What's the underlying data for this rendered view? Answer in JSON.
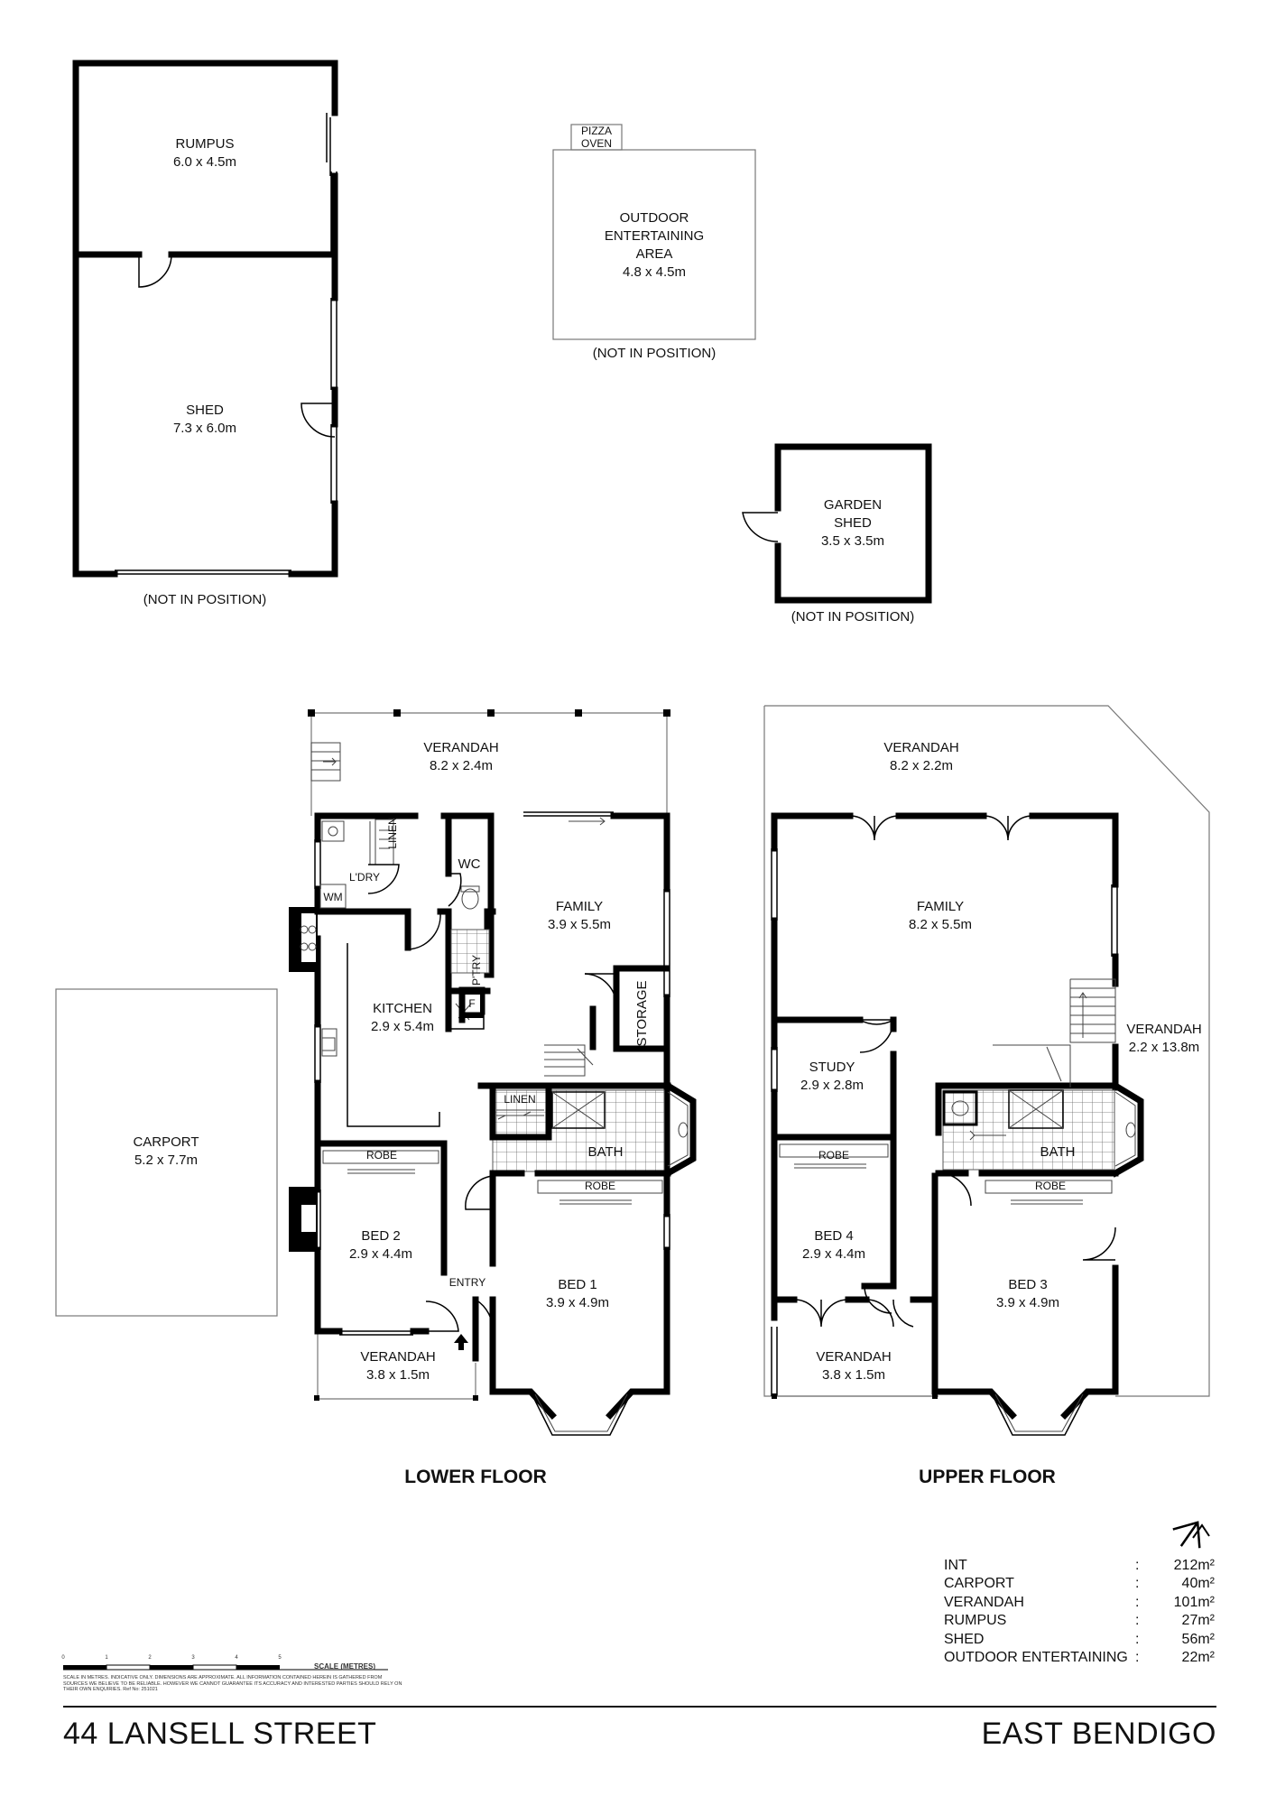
{
  "outbuildings": {
    "rumpus": {
      "name": "RUMPUS",
      "size": "6.0 x 4.5m"
    },
    "shed": {
      "name": "SHED",
      "size": "7.3 x 6.0m"
    },
    "shed_note": "(NOT IN POSITION)",
    "pizza_oven": {
      "line1": "PIZZA",
      "line2": "OVEN"
    },
    "outdoor": {
      "line1": "OUTDOOR",
      "line2": "ENTERTAINING",
      "line3": "AREA",
      "size": "4.8 x 4.5m"
    },
    "outdoor_note": "(NOT IN POSITION)",
    "garden_shed": {
      "line1": "GARDEN",
      "line2": "SHED",
      "size": "3.5 x 3.5m"
    },
    "garden_shed_note": "(NOT IN POSITION)"
  },
  "carport": {
    "name": "CARPORT",
    "size": "5.2 x 7.7m"
  },
  "lower_floor": {
    "title": "LOWER FLOOR",
    "verandah_top": {
      "name": "VERANDAH",
      "size": "8.2 x 2.4m"
    },
    "linen_ldry": "LINEN",
    "wc": "WC",
    "ldry": "L'DRY",
    "wm": "WM",
    "family": {
      "name": "FAMILY",
      "size": "3.9 x 5.5m"
    },
    "ptry": "P'TRY",
    "fridge": "F",
    "kitchen": {
      "name": "KITCHEN",
      "size": "2.9 x 5.4m"
    },
    "storage": "STORAGE",
    "linen": "LINEN",
    "bath": "BATH",
    "robe_bed2": "ROBE",
    "robe_bed1": "ROBE",
    "bed2": {
      "name": "BED 2",
      "size": "2.9 x 4.4m"
    },
    "bed1": {
      "name": "BED 1",
      "size": "3.9 x 4.9m"
    },
    "entry": "ENTRY",
    "verandah_front": {
      "name": "VERANDAH",
      "size": "3.8 x 1.5m"
    }
  },
  "upper_floor": {
    "title": "UPPER FLOOR",
    "verandah_top": {
      "name": "VERANDAH",
      "size": "8.2 x 2.2m"
    },
    "family": {
      "name": "FAMILY",
      "size": "8.2 x 5.5m"
    },
    "verandah_side": {
      "name": "VERANDAH",
      "size": "2.2 x 13.8m"
    },
    "study": {
      "name": "STUDY",
      "size": "2.9 x 2.8m"
    },
    "bath": "BATH",
    "robe_bed4": "ROBE",
    "robe_bed3": "ROBE",
    "bed4": {
      "name": "BED 4",
      "size": "2.9 x 4.4m"
    },
    "bed3": {
      "name": "BED 3",
      "size": "3.9 x 4.9m"
    },
    "verandah_front": {
      "name": "VERANDAH",
      "size": "3.8 x 1.5m"
    }
  },
  "scale": {
    "ticks": [
      "0",
      "1",
      "2",
      "3",
      "4",
      "5"
    ],
    "title": "SCALE (METRES)",
    "disclaimer": "SCALE IN METRES. INDICATIVE ONLY. DIMENSIONS ARE APPROXIMATE. ALL INFORMATION CONTAINED HEREIN IS GATHERED FROM SOURCES WE BELIEVE TO BE RELIABLE. HOWEVER WE CANNOT GUARANTEE ITS ACCURACY AND INTERESTED PARTIES SHOULD RELY ON THEIR OWN ENQUIRIES. Ref No: 251021"
  },
  "areas": [
    {
      "label": "INT",
      "value": "212m²"
    },
    {
      "label": "CARPORT",
      "value": "40m²"
    },
    {
      "label": "VERANDAH",
      "value": "101m²"
    },
    {
      "label": "RUMPUS",
      "value": "27m²"
    },
    {
      "label": "SHED",
      "value": "56m²"
    },
    {
      "label": "OUTDOOR ENTERTAINING",
      "value": "22m²"
    }
  ],
  "address": "44 LANSELL STREET",
  "suburb": "EAST BENDIGO",
  "colors": {
    "wall": "#000000",
    "text": "#111111",
    "tile_grid": "#555555"
  },
  "icons": [
    "north-arrow-icon",
    "entry-arrow-icon",
    "stairs-icon",
    "toilet-icon",
    "basin-icon",
    "sink-icon",
    "cooktop-icon",
    "shower-icon"
  ]
}
